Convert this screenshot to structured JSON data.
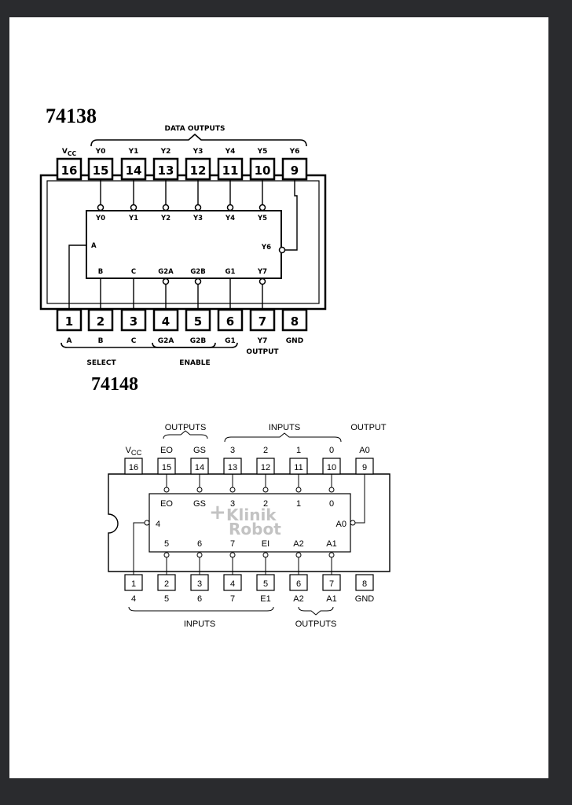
{
  "ic74138": {
    "title": "74138",
    "data_outputs_label": "DATA OUTPUTS",
    "top_pins": [
      {
        "num": "16",
        "label": "V",
        "sub": "CC"
      },
      {
        "num": "15",
        "label": "Y0"
      },
      {
        "num": "14",
        "label": "Y1"
      },
      {
        "num": "13",
        "label": "Y2"
      },
      {
        "num": "12",
        "label": "Y3"
      },
      {
        "num": "11",
        "label": "Y4"
      },
      {
        "num": "10",
        "label": "Y5"
      },
      {
        "num": "9",
        "label": "Y6"
      }
    ],
    "inner_top": [
      "Y0",
      "Y1",
      "Y2",
      "Y3",
      "Y4",
      "Y5"
    ],
    "inner_bottom": [
      "B",
      "C",
      "G2A",
      "G2B",
      "G1",
      "Y7"
    ],
    "inner_left": "A",
    "inner_right": "Y6",
    "bottom_pins": [
      {
        "num": "1",
        "label": "A"
      },
      {
        "num": "2",
        "label": "B"
      },
      {
        "num": "3",
        "label": "C"
      },
      {
        "num": "4",
        "label": "G2A"
      },
      {
        "num": "5",
        "label": "G2B"
      },
      {
        "num": "6",
        "label": "G1"
      },
      {
        "num": "7",
        "label": "Y7"
      },
      {
        "num": "8",
        "label": "GND"
      }
    ],
    "output_label": "OUTPUT",
    "select_label": "SELECT",
    "enable_label": "ENABLE"
  },
  "ic74148": {
    "title": "74148",
    "outputs_top_label": "OUTPUTS",
    "inputs_top_label": "INPUTS",
    "output_top_label": "OUTPUT",
    "top_pins": [
      {
        "num": "16",
        "label": "V",
        "sub": "CC"
      },
      {
        "num": "15",
        "label": "EO"
      },
      {
        "num": "14",
        "label": "GS"
      },
      {
        "num": "13",
        "label": "3"
      },
      {
        "num": "12",
        "label": "2"
      },
      {
        "num": "11",
        "label": "1"
      },
      {
        "num": "10",
        "label": "0"
      },
      {
        "num": "9",
        "label": "A0"
      }
    ],
    "inner_top": [
      "EO",
      "GS",
      "3",
      "2",
      "1",
      "0"
    ],
    "inner_bottom": [
      "5",
      "6",
      "7",
      "EI",
      "A2",
      "A1"
    ],
    "inner_left": "4",
    "inner_right": "A0",
    "bottom_pins": [
      {
        "num": "1",
        "label": "4"
      },
      {
        "num": "2",
        "label": "5"
      },
      {
        "num": "3",
        "label": "6"
      },
      {
        "num": "4",
        "label": "7"
      },
      {
        "num": "5",
        "label": "E1"
      },
      {
        "num": "6",
        "label": "A2"
      },
      {
        "num": "7",
        "label": "A1"
      },
      {
        "num": "8",
        "label": "GND"
      }
    ],
    "inputs_bottom_label": "INPUTS",
    "outputs_bottom_label": "OUTPUTS"
  },
  "watermark": {
    "line1": "Klinik",
    "line2": "Robot",
    "color": "#b9b9b9"
  }
}
